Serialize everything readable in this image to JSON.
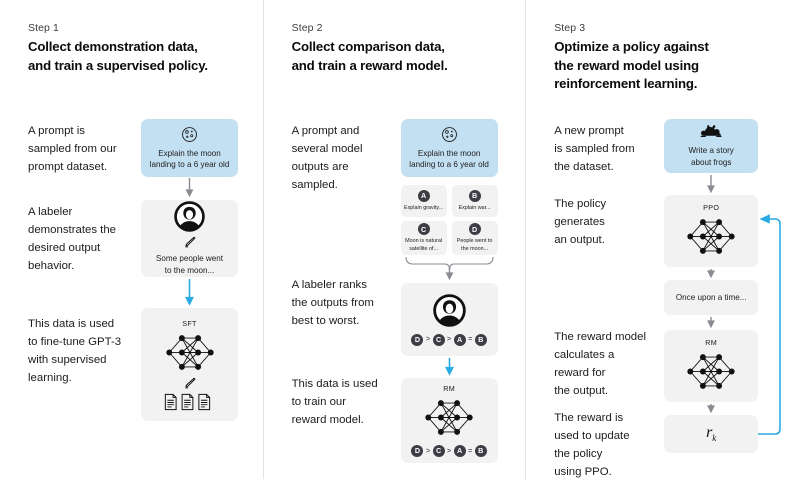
{
  "palette": {
    "blue_card": "#c3e0f2",
    "grey_card": "#f2f2f2",
    "arrow_grey": "#8a8a93",
    "arrow_cyan": "#29ABE2",
    "badge": "#3d3d46",
    "divider": "#e3e3e3"
  },
  "columns": [
    {
      "step_label": "Step 1",
      "step_title": "Collect demonstration data,\nand train a supervised policy.",
      "captions": [
        "A prompt is\nsampled from our\nprompt dataset.",
        "A labeler\ndemonstrates the\ndesired output\nbehavior.",
        "This data is used\nto fine-tune GPT-3\nwith supervised\nlearning."
      ],
      "prompt_card": {
        "icon": "moon-icon",
        "text": "Explain the moon\nlanding to a 6 year old"
      },
      "labeler_card": {
        "icon": "labeler-avatar-icon",
        "pencil": "pencil-icon",
        "text": "Some people went\nto the moon..."
      },
      "model_card": {
        "tag": "SFT",
        "network": "neural-network-icon",
        "pencil": "pencil-icon",
        "documents": "documents-icon"
      }
    },
    {
      "step_label": "Step 2",
      "step_title": "Collect comparison data,\nand train a reward model.",
      "captions": [
        "A prompt and\nseveral model\noutputs are\nsampled.",
        "A labeler ranks\nthe outputs from\nbest to worst.",
        "This data is used\nto train our\nreward model."
      ],
      "prompt_card": {
        "icon": "moon-icon",
        "text": "Explain the moon\nlanding to a 6 year old"
      },
      "outputs": [
        {
          "badge": "A",
          "text": "Explain gravity..."
        },
        {
          "badge": "B",
          "text": "Explain war..."
        },
        {
          "badge": "C",
          "text": "Moon is natural\nsatellite of..."
        },
        {
          "badge": "D",
          "text": "People went to\nthe moon..."
        }
      ],
      "ranking_card": {
        "icon": "labeler-avatar-icon",
        "ranking": [
          "D",
          ">",
          "C",
          ">",
          "A",
          "=",
          "B"
        ]
      },
      "model_card": {
        "tag": "RM",
        "network": "neural-network-icon",
        "ranking": [
          "D",
          ">",
          "C",
          ">",
          "A",
          "=",
          "B"
        ]
      }
    },
    {
      "step_label": "Step 3",
      "step_title": "Optimize a policy against\nthe reward model using\nreinforcement learning.",
      "captions": [
        "A new prompt\nis sampled from\nthe dataset.",
        "The policy\ngenerates\nan output.",
        "The reward model\ncalculates a\nreward for\nthe output.",
        "The reward is\nused to update\nthe policy\nusing PPO."
      ],
      "prompt_card": {
        "icon": "frog-icon",
        "text": "Write a story\nabout frogs"
      },
      "policy_card": {
        "tag": "PPO",
        "network": "neural-network-icon"
      },
      "output_card": {
        "text": "Once upon a time..."
      },
      "reward_model_card": {
        "tag": "RM",
        "network": "neural-network-icon"
      },
      "reward_card": {
        "symbol": "r",
        "subscript": "k"
      }
    }
  ]
}
